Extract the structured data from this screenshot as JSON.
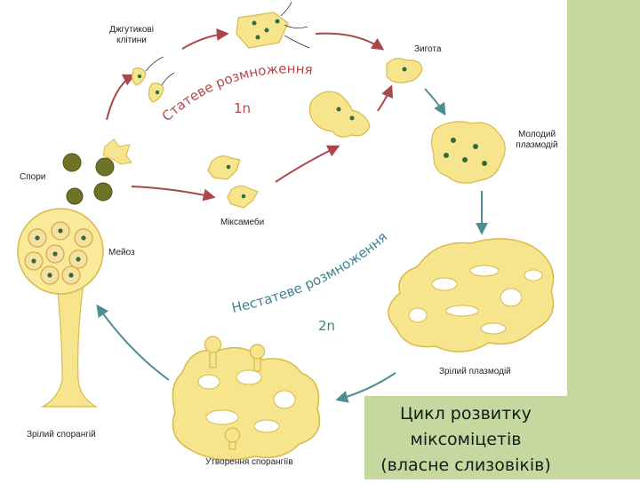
{
  "labels": {
    "flagellated_cells_1": "Джгутикові",
    "flagellated_cells_2": "клітини",
    "zygote": "Зигота",
    "young_plasmodium_1": "Молодий",
    "young_plasmodium_2": "плазмодій",
    "spores": "Спори",
    "myxamoebae": "Міксамеби",
    "meiosis": "Мейоз",
    "mature_plasmodium": "Зрілий плазмодій",
    "mature_sporangium": "Зрілий спорангій",
    "sporangium_formation": "Утворення спорангіїв"
  },
  "cycle_titles": {
    "sexual": "Статеве розмноження",
    "sexual_ploidy": "1n",
    "asexual": "Нестатеве розмноження",
    "asexual_ploidy": "2n"
  },
  "caption": {
    "line1": "Цикл розвитку",
    "line2": "міксоміцетів",
    "line3": "(власне слизовіків)"
  },
  "colors": {
    "sidebar": "#c5d8a0",
    "cell_fill": "#f7e58e",
    "cell_stroke": "#d9b94a",
    "nucleus": "#2f6b3e",
    "spore": "#6f7326",
    "arrow_red": "#a9474a",
    "arrow_teal": "#4f8c95",
    "title_red": "#b5474a",
    "title_teal": "#3f8290"
  }
}
